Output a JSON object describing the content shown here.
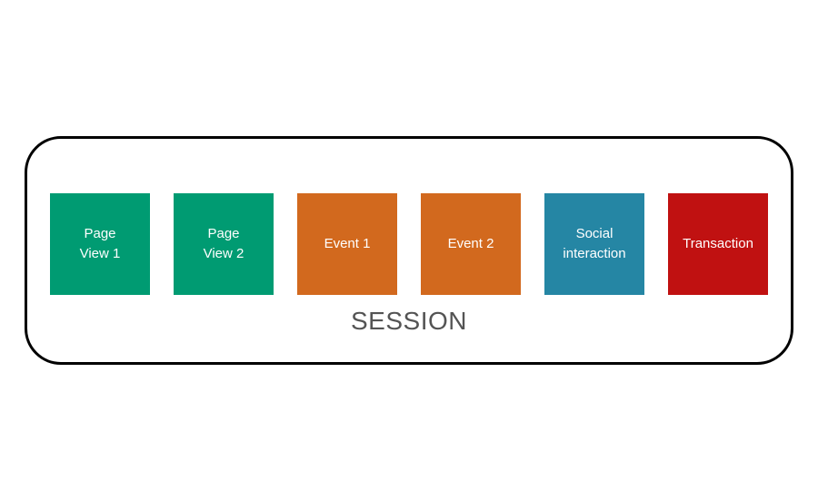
{
  "diagram": {
    "session_label": "SESSION",
    "boxes": [
      {
        "name": "page-view-1",
        "label": "Page\nView 1",
        "color": "#009B72"
      },
      {
        "name": "page-view-2",
        "label": "Page\nView 2",
        "color": "#009B72"
      },
      {
        "name": "event-1",
        "label": "Event 1",
        "color": "#D2691E"
      },
      {
        "name": "event-2",
        "label": "Event 2",
        "color": "#D2691E"
      },
      {
        "name": "social-interaction",
        "label": "Social\ninteraction",
        "color": "#2586A4"
      },
      {
        "name": "transaction",
        "label": "Transaction",
        "color": "#C01111"
      }
    ],
    "colors": {
      "container_border": "#000000",
      "background": "#FFFFFF",
      "session_text": "#545454",
      "box_text": "#FFFFFF",
      "page_view": "#009B72",
      "event": "#D2691E",
      "social_interaction": "#2586A4",
      "transaction": "#C01111"
    }
  }
}
